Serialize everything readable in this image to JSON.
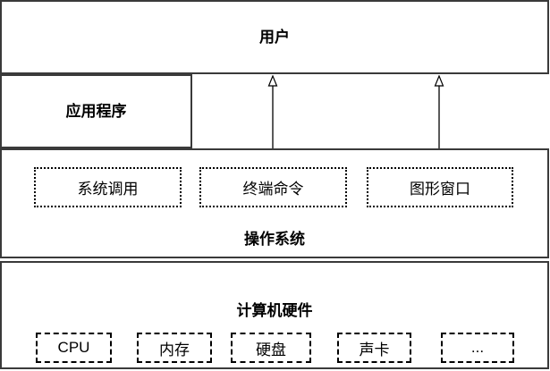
{
  "layers": {
    "user": {
      "label": "用户"
    },
    "application": {
      "label": "应用程序"
    },
    "os": {
      "label": "操作系统",
      "interfaces": [
        "系统调用",
        "终端命令",
        "图形窗口"
      ]
    },
    "hardware": {
      "label": "计算机硬件",
      "components": [
        "CPU",
        "内存",
        "硬盘",
        "声卡",
        "..."
      ]
    }
  },
  "connectors": {
    "type": "double-headed-vertical-arrow",
    "count": 2,
    "from": "用户",
    "to": [
      "终端命令",
      "图形窗口"
    ]
  },
  "colors": {
    "background": "#ffffff",
    "solid_border": "#3a3a3a",
    "dotted_border": "#000000",
    "dashed_border": "#000000",
    "text": "#000000"
  }
}
